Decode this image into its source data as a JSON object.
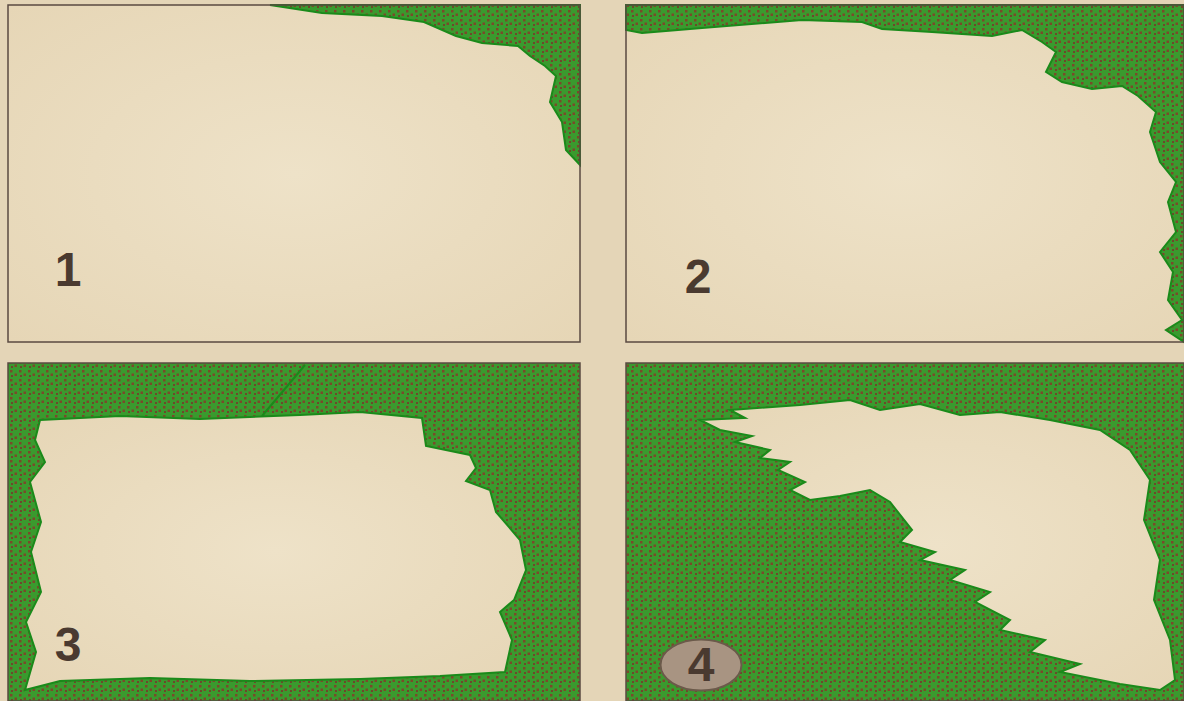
{
  "diagram": {
    "nodes": [
      {
        "text": [
          "4"
        ]
      }
    ],
    "labels": [
      "1",
      "2",
      "3"
    ]
  }
}
